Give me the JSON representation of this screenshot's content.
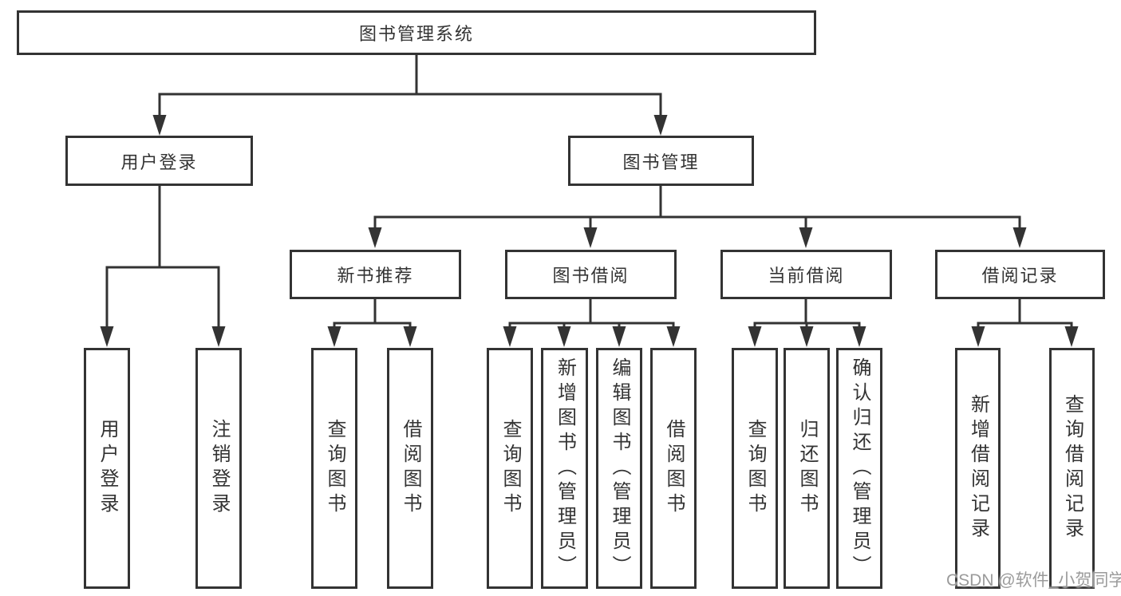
{
  "tree": {
    "root": "图书管理系统",
    "branches": [
      {
        "label": "用户登录",
        "children": [
          "用户登录",
          "注销登录"
        ]
      },
      {
        "label": "图书管理",
        "children": [
          {
            "label": "新书推荐",
            "children": [
              "查询图书",
              "借阅图书"
            ]
          },
          {
            "label": "图书借阅",
            "children": [
              "查询图书",
              "新增图书（管理员）",
              "编辑图书（管理员）",
              "借阅图书"
            ]
          },
          {
            "label": "当前借阅",
            "children": [
              "查询图书",
              "归还图书",
              "确认归还（管理员）"
            ]
          },
          {
            "label": "借阅记录",
            "children": [
              "新增借阅记录",
              "查询借阅记录"
            ]
          }
        ]
      }
    ]
  },
  "watermark": "CSDN @软件_小贺同学",
  "colors": {
    "line": "#333333",
    "text": "#333333",
    "background": "#ffffff",
    "watermark": "#9b9b9b"
  }
}
